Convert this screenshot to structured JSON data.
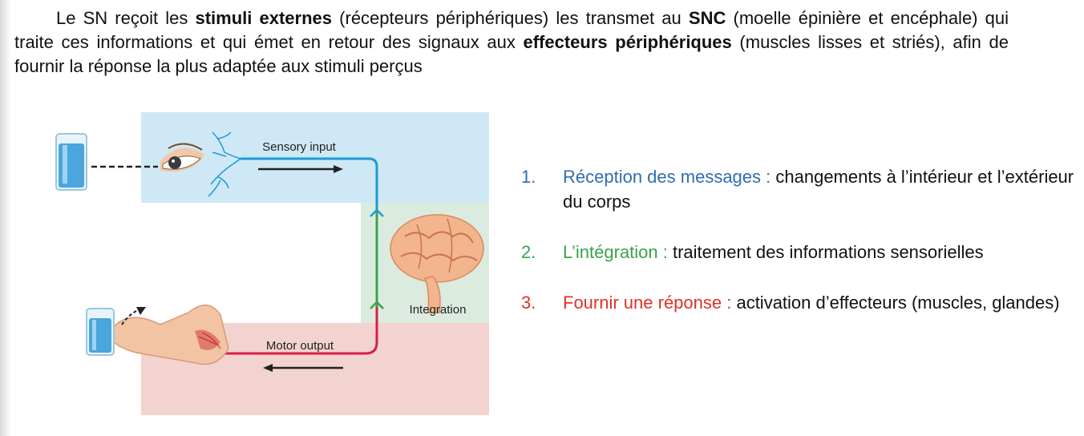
{
  "intro": {
    "p1": "Le SN reçoit les ",
    "b1": "stimuli externes",
    "p2": " (récepteurs périphériques) les transmet au ",
    "b2": "SNC",
    "p3": " (moelle épinière et encéphale) qui traite ces informations et qui émet en retour des signaux aux ",
    "b3": "effecteurs périphériques",
    "p4": " (muscles lisses et striés), afin de fournir la réponse la plus adaptée aux stimuli perçus"
  },
  "diagram": {
    "sensory_label": "Sensory input",
    "integration_label": "Integration",
    "motor_label": "Motor output",
    "colors": {
      "sensory_bg": "#cfe8f6",
      "integration_bg": "#dcebe0",
      "motor_bg": "#f3d3cf",
      "sensory_path": "#1a9bd7",
      "integration_path": "#3aa34a",
      "motor_path": "#d81e4a"
    }
  },
  "steps": [
    {
      "num": "1.",
      "title": "Réception des messages :",
      "text": " changements à l’intérieur et l’extérieur du corps",
      "color": "#2f6db3"
    },
    {
      "num": "2.",
      "title": "L’intégration :",
      "text": " traitement des informations sensorielles",
      "color": "#3aa34a"
    },
    {
      "num": "3.",
      "title": "Fournir une réponse :",
      "text": " activation d’effecteurs (muscles, glandes)",
      "color": "#e0302a"
    }
  ]
}
